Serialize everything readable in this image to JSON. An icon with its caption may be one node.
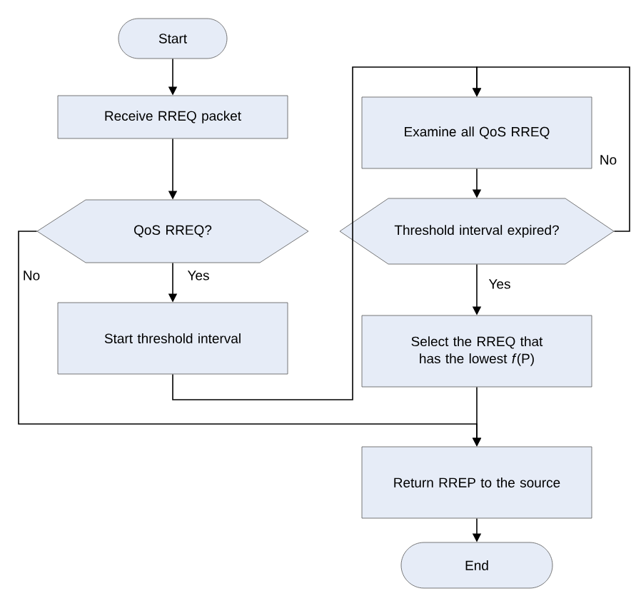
{
  "diagram": {
    "nodes": [
      {
        "text": [
          "Start"
        ]
      },
      {
        "text": [
          "Receive RREQ packet"
        ]
      },
      {
        "text": [
          "QoS RREQ?"
        ]
      },
      {
        "text": [
          "Start threshold interval"
        ]
      },
      {
        "text": [
          "Examine all QoS RREQ"
        ]
      },
      {
        "text": [
          "Threshold interval expired?"
        ]
      },
      {
        "text": [
          "Select the RREQ that has the lowest *f*(P)"
        ]
      },
      {
        "text": [
          "Return RREP to the source"
        ]
      },
      {
        "text": [
          "End"
        ]
      }
    ],
    "edges": [
      {
        "from": 0,
        "to": 1,
        "arrow": "to"
      },
      {
        "from": 1,
        "to": 2,
        "arrow": "to"
      },
      {
        "from": 2,
        "to": 3,
        "arrow": "to",
        "label": "Yes"
      },
      {
        "from": 2,
        "to": 7,
        "arrow": "to",
        "label": "No"
      },
      {
        "from": 3,
        "to": 4,
        "arrow": "to"
      },
      {
        "from": 4,
        "to": 5,
        "arrow": "to"
      },
      {
        "from": 5,
        "to": 4,
        "arrow": "to",
        "label": "No"
      },
      {
        "from": 5,
        "to": 6,
        "arrow": "to",
        "label": "Yes"
      },
      {
        "from": 6,
        "to": 7,
        "arrow": "to"
      },
      {
        "from": 7,
        "to": 8,
        "arrow": "to"
      }
    ]
  }
}
